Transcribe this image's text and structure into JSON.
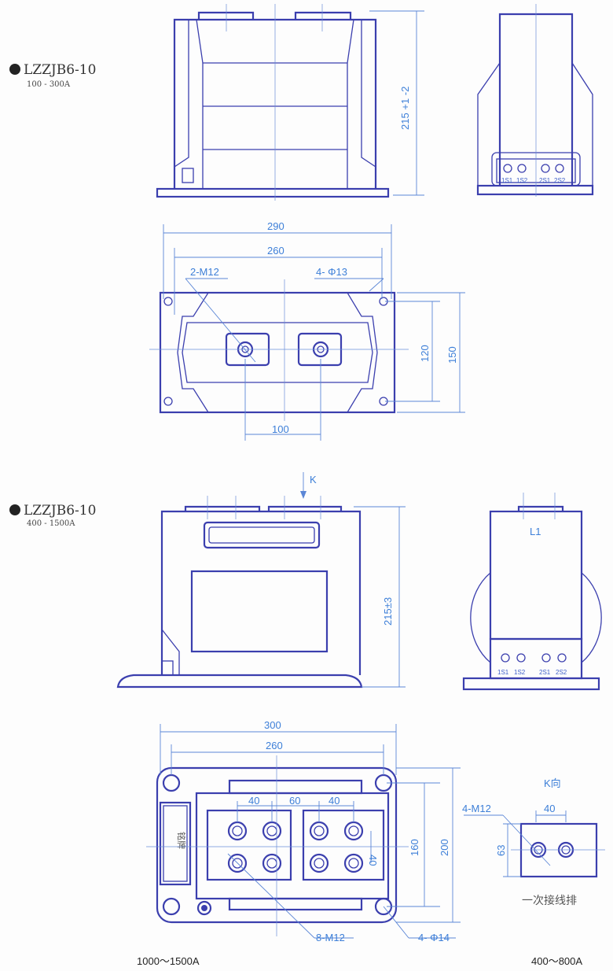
{
  "sections": [
    {
      "model": "LZZJB6-10",
      "range": "100 - 300A"
    },
    {
      "model": "LZZJB6-10",
      "range": "400 - 1500A"
    }
  ],
  "top": {
    "height_dim": "215 +1 -2",
    "terminals": [
      "1S1",
      "1S2",
      "2S1",
      "2S2"
    ],
    "dims": {
      "w290": "290",
      "w260": "260",
      "bolt": "2-M12",
      "holes": "4- Φ13",
      "h120": "120",
      "h150": "150",
      "c100": "100"
    }
  },
  "bottom": {
    "k_arrow": "K",
    "height_dim": "215±3",
    "side_label": "L1",
    "terminals": [
      "1S1",
      "1S2",
      "2S1",
      "2S2"
    ],
    "dims": {
      "w300": "300",
      "w260": "260",
      "s40a": "40",
      "s60": "60",
      "s40b": "40",
      "v40": "40",
      "h160": "160",
      "h200": "200",
      "bolts": "8-M12",
      "holes": "4- Φ14"
    },
    "nameplate": "铭牌",
    "k_view": {
      "title": "K向",
      "bolt": "4-M12",
      "w": "40",
      "h": "63",
      "caption": "一次接线排"
    },
    "caption_left": "1000～1500A",
    "caption_right": "400～800A"
  }
}
